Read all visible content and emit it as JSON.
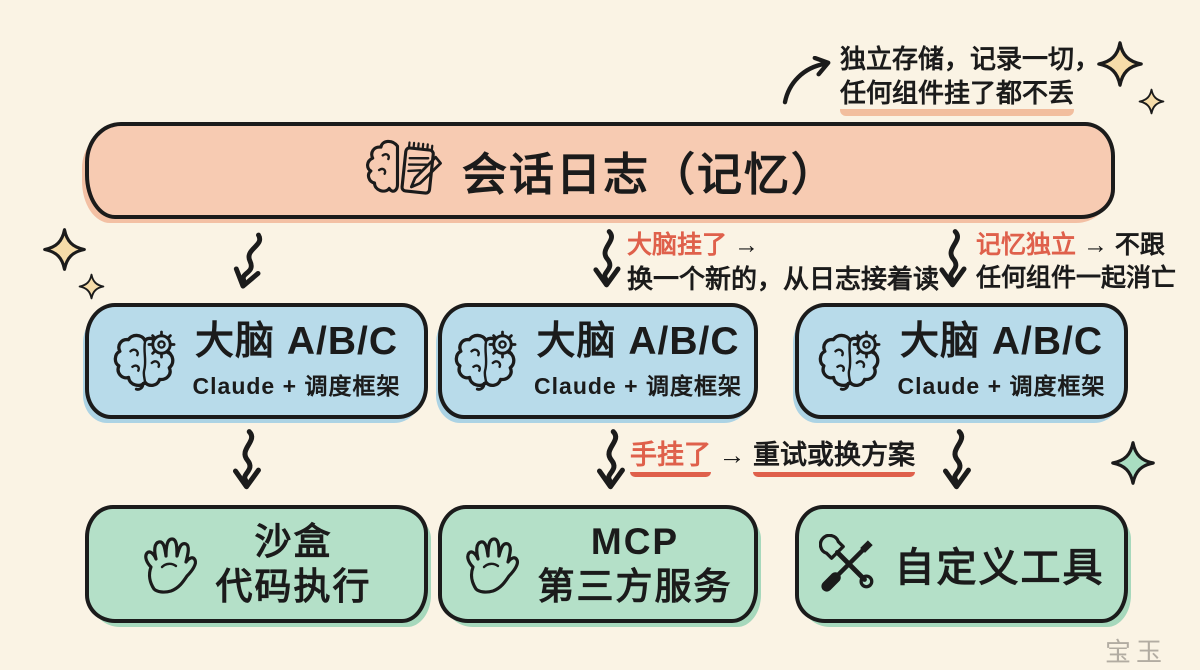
{
  "colors": {
    "background": "#FAF3E4",
    "memory_fill": "#F7CBB2",
    "brain_fill": "#B8DBEA",
    "tool_fill": "#B4E0C8",
    "accent_red": "#DF604B",
    "ink": "#1B1B1B",
    "underline_peach": "#F2BE9E",
    "sparkle_cream": "#F6DCA9",
    "sparkle_green": "#A9DDC1"
  },
  "memory_note": {
    "line1": "独立存储，记录一切，",
    "line2": "任何组件挂了都不丢"
  },
  "memory_box": {
    "icon": "brain-notepad-icon",
    "title": "会话日志（记忆）"
  },
  "brain_fail_note": {
    "highlight": "大脑挂了",
    "arrow": " →",
    "line2": "换一个新的，从日志接着读"
  },
  "memory_independent_note": {
    "highlight": "记忆独立",
    "rest": " → 不跟",
    "line2": "任何组件一起消亡"
  },
  "brain_boxes": [
    {
      "icon": "brain-gear-icon",
      "title": "大脑 A/B/C",
      "subtitle": "Claude + 调度框架"
    },
    {
      "icon": "brain-gear-icon",
      "title": "大脑 A/B/C",
      "subtitle": "Claude + 调度框架"
    },
    {
      "icon": "brain-gear-icon",
      "title": "大脑 A/B/C",
      "subtitle": "Claude + 调度框架"
    }
  ],
  "hand_fail_note": {
    "highlight": "手挂了",
    "arrow": " → ",
    "rest": "重试或换方案"
  },
  "tool_boxes": [
    {
      "icon": "hand-icon",
      "line1": "沙盒",
      "line2": "代码执行"
    },
    {
      "icon": "hand-icon",
      "line1": "MCP",
      "line2": "第三方服务"
    },
    {
      "icon": "tools-icon",
      "line1": "自定义工具",
      "line2": ""
    }
  ],
  "watermark": "宝玉"
}
